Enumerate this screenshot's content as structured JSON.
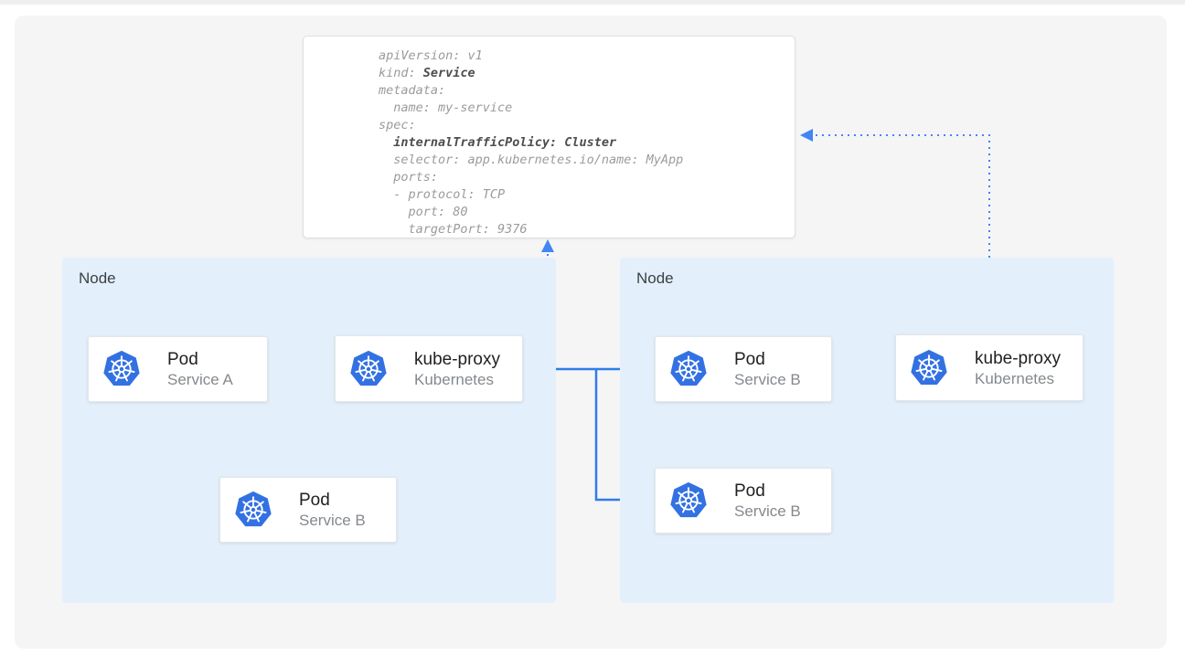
{
  "colors": {
    "panel_bg": "#f5f5f5",
    "node_bg": "#e3f0fc",
    "card_border": "#e3e6e8",
    "yaml_border": "#dcdfe3",
    "arrow_solid": "#2e7de9",
    "arrow_dotted": "#4285f4",
    "k8s_blue": "#3371e3",
    "code_text": "#9b9b9b",
    "code_bold": "#4d4d4d",
    "title_text": "#212121",
    "subtitle_text": "#85898d",
    "node_label_text": "#3c4043",
    "top_strip": "#efefef"
  },
  "yaml": {
    "lines": [
      {
        "pre": "apiVersion: v1"
      },
      {
        "pre": "kind: ",
        "bold": "Service"
      },
      {
        "pre": "metadata:"
      },
      {
        "pre": "  name: my-service"
      },
      {
        "pre": "spec:"
      },
      {
        "pre": "  ",
        "bold": "internalTrafficPolicy: Cluster"
      },
      {
        "pre": "  selector: app.kubernetes.io/name: MyApp"
      },
      {
        "pre": "  ports:"
      },
      {
        "pre": "  - protocol: TCP"
      },
      {
        "pre": "    port: 80"
      },
      {
        "pre": "    targetPort: 9376"
      }
    ]
  },
  "nodes": {
    "left": {
      "label": "Node"
    },
    "right": {
      "label": "Node"
    }
  },
  "cards": {
    "pod_a": {
      "title": "Pod",
      "subtitle": "Service A",
      "icon": "kubernetes-icon"
    },
    "kube_proxy_left": {
      "title": "kube-proxy",
      "subtitle": "Kubernetes",
      "icon": "kubernetes-icon"
    },
    "pod_b_left": {
      "title": "Pod",
      "subtitle": "Service B",
      "icon": "kubernetes-icon"
    },
    "pod_b_right_top": {
      "title": "Pod",
      "subtitle": "Service B",
      "icon": "kubernetes-icon"
    },
    "pod_b_right_bottom": {
      "title": "Pod",
      "subtitle": "Service B",
      "icon": "kubernetes-icon"
    },
    "kube_proxy_right": {
      "title": "kube-proxy",
      "subtitle": "Kubernetes",
      "icon": "kubernetes-icon"
    }
  }
}
